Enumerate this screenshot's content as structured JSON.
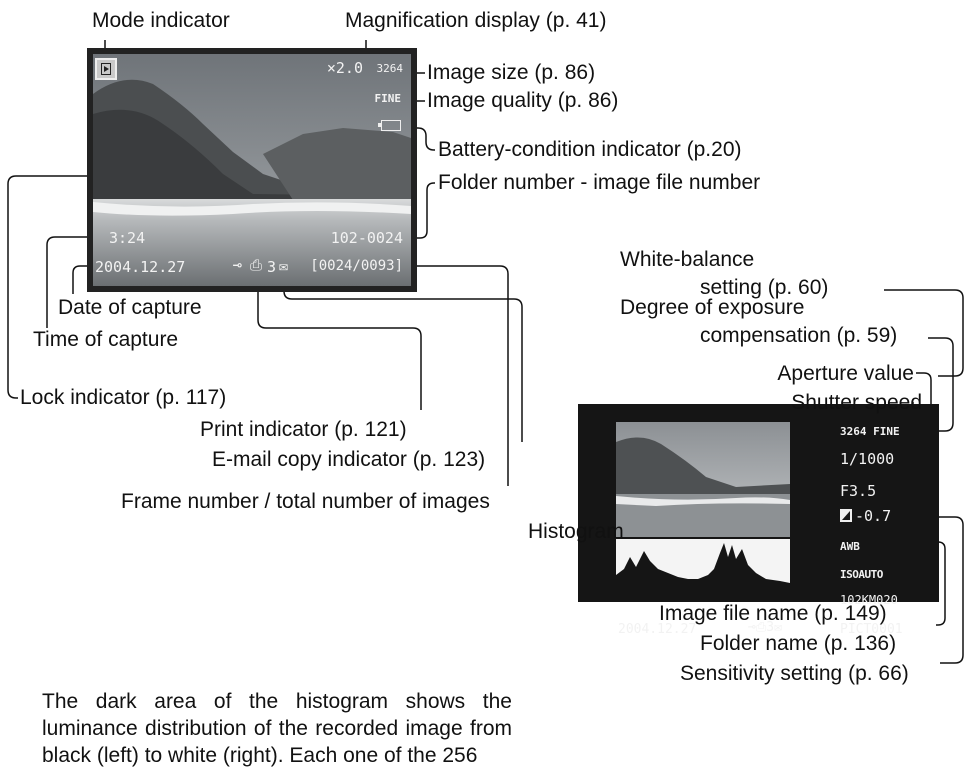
{
  "left_screen": {
    "magnification": "×2.0",
    "image_size": "3264",
    "quality": "FINE",
    "time": "3:24",
    "date": "2004.12.27",
    "file_number": "102-0024",
    "print_count": "3",
    "frame_counter": "[0024/0093]"
  },
  "right_screen": {
    "size_quality": "3264 FINE",
    "shutter": "1/1000",
    "aperture": "F3.5",
    "exposure_comp": "-0.7",
    "white_balance": "AWB",
    "iso": "ISOAUTO",
    "folder_name": "102KM020",
    "file_name": "PICT0001",
    "date": "2004.12.27",
    "print_count": "3"
  },
  "labels": {
    "mode_indicator": "Mode indicator",
    "magnification_display": "Magnification display (p. 41)",
    "image_size": "Image size (p. 86)",
    "image_quality": "Image quality (p. 86)",
    "battery": "Battery-condition indicator (p.20)",
    "folder_number": "Folder number - image file number",
    "date_of_capture": "Date of capture",
    "time_of_capture": "Time of capture",
    "lock_indicator": "Lock indicator (p. 117)",
    "print_indicator": "Print indicator (p. 121)",
    "email_indicator": "E-mail copy indicator (p. 123)",
    "frame_number": "Frame number / total number of images",
    "white_balance_1": "White-balance",
    "white_balance_2": "setting (p. 60)",
    "exposure_comp_1": "Degree of exposure",
    "exposure_comp_2": "compensation (p. 59)",
    "aperture_value": "Aperture value",
    "shutter_speed": "Shutter speed",
    "histogram": "Histogram",
    "image_file_name": "Image file name (p. 149)",
    "folder_name": "Folder name (p. 136)",
    "sensitivity": "Sensitivity setting (p. 66)"
  },
  "paragraph": "The dark area of the histogram shows the luminance distribution of the recorded image from black (left) to white (right). Each one of the 256"
}
